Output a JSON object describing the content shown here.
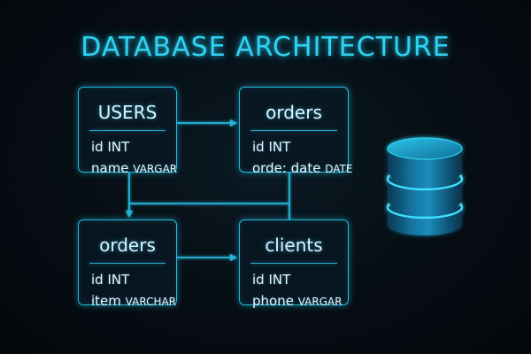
{
  "title": "DATABASE ARCHITECTURE",
  "colors": {
    "accent": "#23b8dc",
    "title": "#2fd3f0",
    "background": "#060d13"
  },
  "tables": [
    {
      "name": "USERS",
      "fields": [
        {
          "text": "id INT",
          "type": ""
        },
        {
          "text": "name ",
          "type": "VARGAR"
        }
      ]
    },
    {
      "name": "orders",
      "fields": [
        {
          "text": "id INT",
          "type": ""
        },
        {
          "text": "orde: date ",
          "type": "DATE"
        }
      ]
    },
    {
      "name": "orders",
      "fields": [
        {
          "text": "id INT",
          "type": ""
        },
        {
          "text": "item ",
          "type": "VARCHAR"
        }
      ]
    },
    {
      "name": "clients",
      "fields": [
        {
          "text": "id INT",
          "type": ""
        },
        {
          "text": "phone ",
          "type": "VARGAR"
        }
      ]
    }
  ],
  "icons": {
    "database": "database-cylinder-icon"
  }
}
